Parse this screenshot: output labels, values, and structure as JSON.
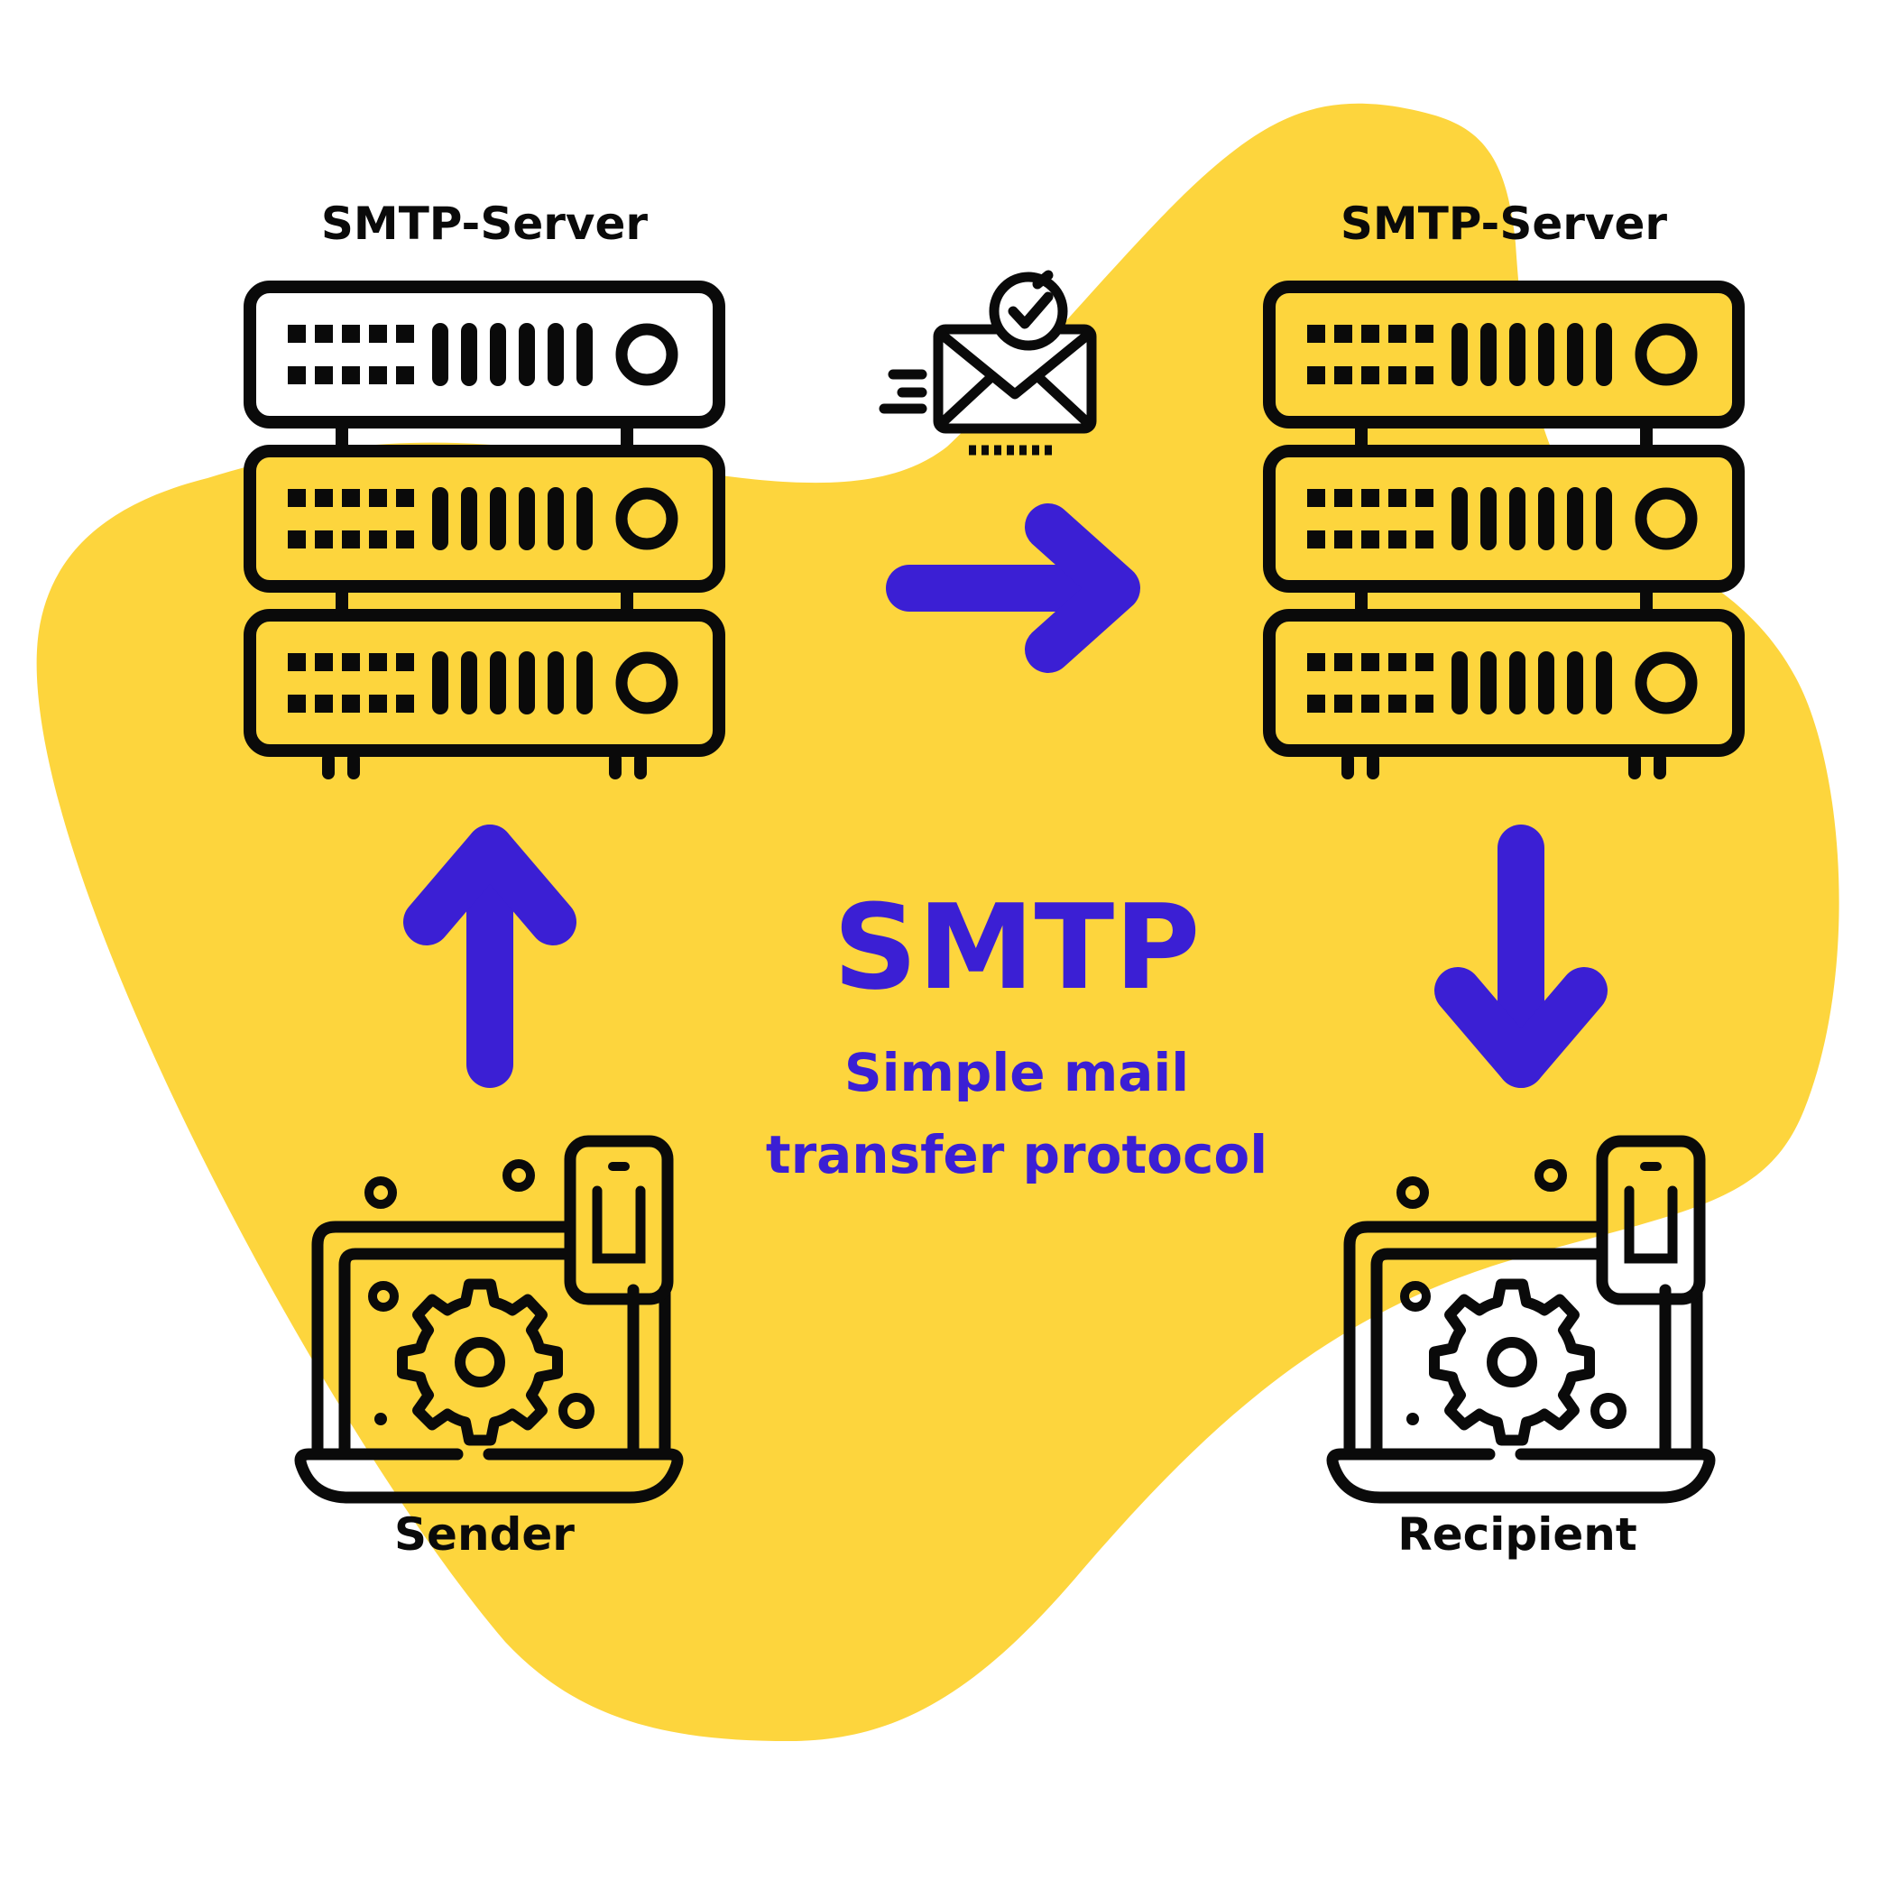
{
  "labels": {
    "server_left": "SMTP-Server",
    "server_right": "SMTP-Server",
    "sender": "Sender",
    "recipient": "Recipient",
    "title": "SMTP",
    "subtitle_line1": "Simple mail",
    "subtitle_line2": "transfer protocol"
  },
  "colors": {
    "blob": "#fdd53d",
    "arrow": "#3b1fd4",
    "title": "#3b1fd4",
    "icon_stroke": "#0a0a0a",
    "panel_white": "#ffffff",
    "text": "#0a0a0a"
  },
  "icons": {
    "server_left": "server-rack-icon",
    "server_right": "server-rack-icon",
    "envelope": "email-sent-check-icon",
    "sender": "laptop-phone-gear-icon",
    "recipient": "laptop-phone-gear-icon",
    "arrow_up": "arrow-up-icon",
    "arrow_right": "arrow-right-icon",
    "arrow_down": "arrow-down-icon"
  }
}
